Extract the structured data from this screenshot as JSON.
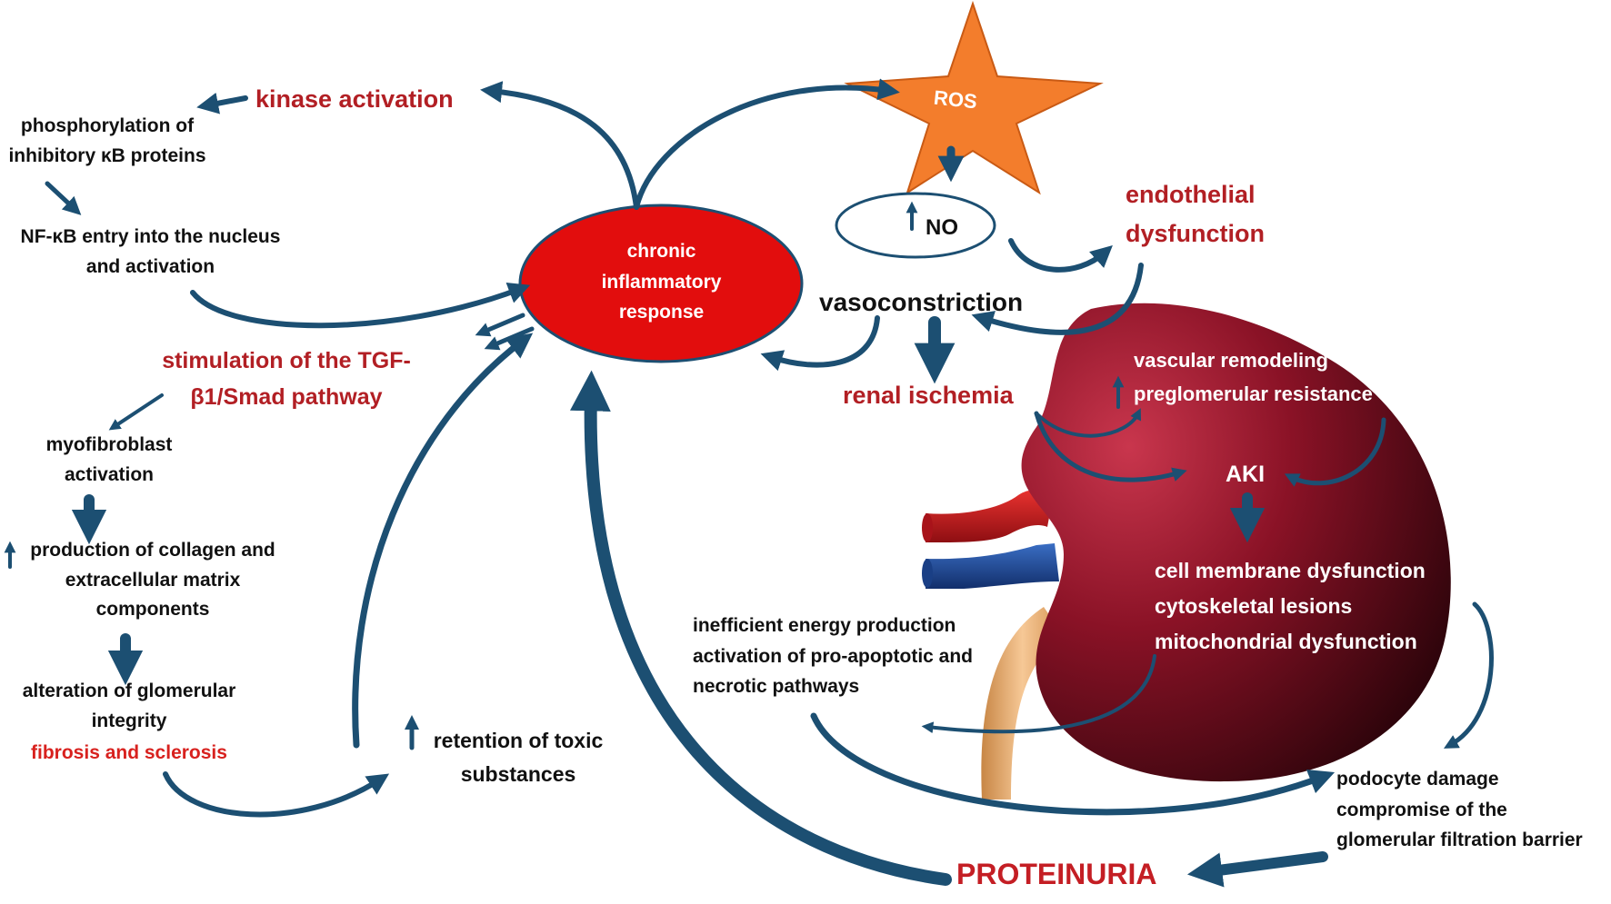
{
  "colors": {
    "arrow": "#1c4f72",
    "arrow_dark": "#163f5d",
    "heading_red": "#b21f24",
    "highlight_red": "#d8211e",
    "inflammation_fill": "#e20d0d",
    "star_fill": "#f37d2c",
    "kidney_light": "#b52b43",
    "kidney_dark": "#3a0710",
    "artery_red": "#c4151b",
    "vein_blue": "#1f4ea3",
    "ureter": "#e9a86b"
  },
  "nodes": {
    "ros": "ROS",
    "no": "NO",
    "endothelial_dysfunction": [
      "endothelial",
      "dysfunction"
    ],
    "vasoconstriction": "vasoconstriction",
    "renal_ischemia": "renal ischemia",
    "chronic_inflammatory_response": [
      "chronic",
      "inflammatory",
      "response"
    ],
    "kinase_activation": "kinase activation",
    "phosphorylation": [
      "phosphorylation of",
      "inhibitory κB proteins"
    ],
    "nfkb": [
      "NF-κB entry into the nucleus",
      "and activation"
    ],
    "tgf": [
      "stimulation  of the TGF-",
      "β1/Smad pathway"
    ],
    "myofibroblast": [
      "myofibroblast",
      "activation"
    ],
    "collagen": [
      "production of collagen and",
      "extracellular  matrix",
      "components"
    ],
    "glomerular_integrity": [
      "alteration of glomerular",
      "integrity"
    ],
    "fibrosis": "fibrosis and sclerosis",
    "toxic": [
      "retention of toxic",
      "substances"
    ],
    "vascular": [
      "vascular remodeling",
      "preglomerular resistance"
    ],
    "aki": "AKI",
    "cell_damage": [
      "cell membrane dysfunction",
      "cytoskeletal lesions",
      "mitochondrial dysfunction"
    ],
    "energy": [
      "inefficient energy production",
      "activation of pro-apoptotic and",
      "necrotic pathways"
    ],
    "podocyte": [
      "podocyte damage",
      "compromise of the",
      "glomerular filtration barrier"
    ],
    "proteinuria": "PROTEINURIA"
  }
}
